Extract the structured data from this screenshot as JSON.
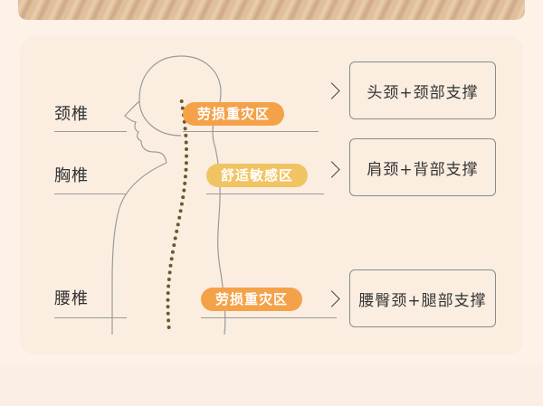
{
  "spine_labels": {
    "cervical": "颈椎",
    "thoracic": "胸椎",
    "lumbar": "腰椎"
  },
  "badges": {
    "upper": "劳损重灾区",
    "middle": "舒适敏感区",
    "lower": "劳损重灾区"
  },
  "supports": {
    "head_neck": "头颈+颈部支撑",
    "shoulder_back": "肩颈+背部支撑",
    "waist_leg": "腰臀颈+腿部支撑"
  },
  "colors": {
    "panel_bg": "#fbeee1",
    "badge_orange": "#f4a24a",
    "badge_yellow": "#f1c463",
    "spine_dots": "#6b5a2e"
  }
}
